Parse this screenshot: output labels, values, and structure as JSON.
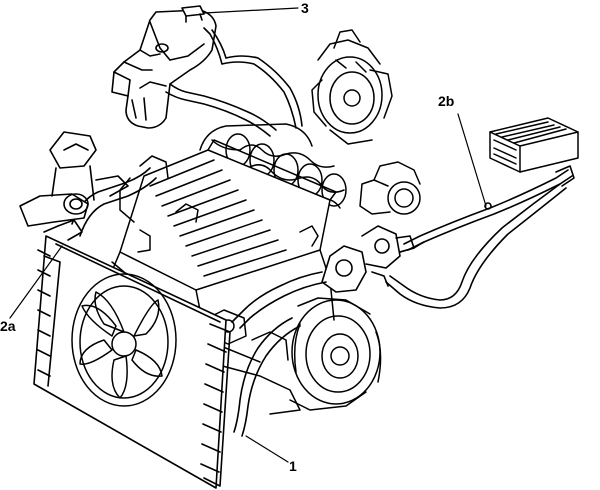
{
  "callouts": {
    "expansion_tank": "3",
    "heater_hose": "2b",
    "radiator_hose": "2a",
    "radiator": "1"
  },
  "colors": {
    "ink": "#000000",
    "paper": "#ffffff"
  }
}
